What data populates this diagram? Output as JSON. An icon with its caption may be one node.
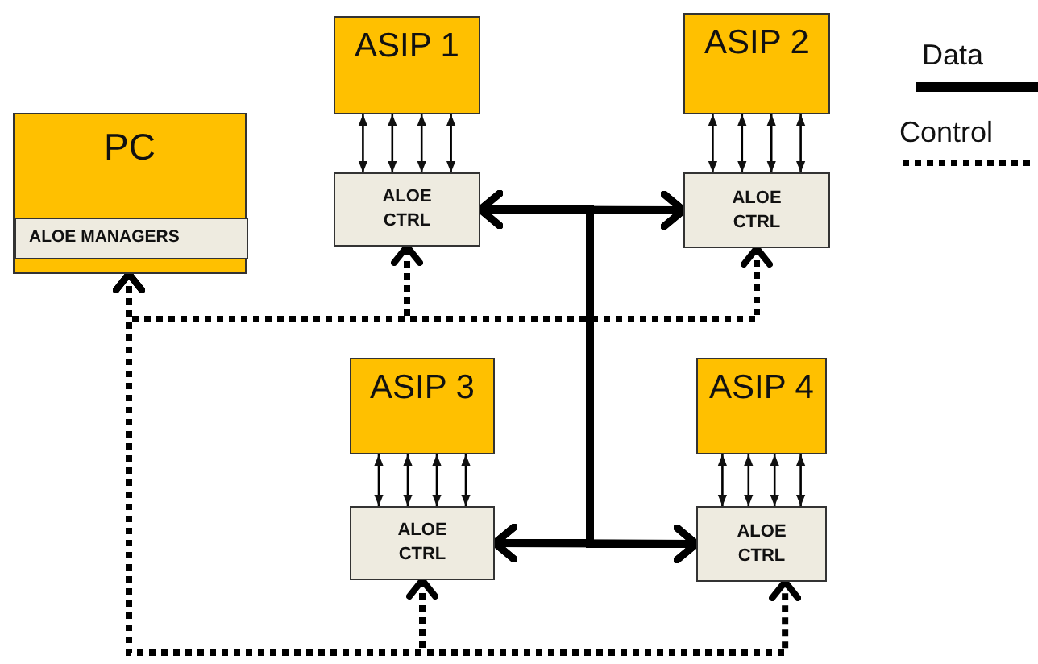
{
  "diagram": {
    "nodes": [
      {
        "text": [
          "PC"
        ]
      },
      {
        "text": [
          "ALOE MANAGERS"
        ],
        "in": 0
      },
      {
        "text": [
          "ASIP 1"
        ]
      },
      {
        "text": [
          "ALOE CTRL"
        ]
      },
      {
        "text": [
          "ASIP 2"
        ]
      },
      {
        "text": [
          "ALOE CTRL"
        ]
      },
      {
        "text": [
          "ASIP 3"
        ]
      },
      {
        "text": [
          "ALOE CTRL"
        ]
      },
      {
        "text": [
          "ASIP 4"
        ]
      },
      {
        "text": [
          "ALOE CTRL"
        ]
      }
    ],
    "edges": [
      {
        "from": 2,
        "to": 3,
        "arrow": "both"
      },
      {
        "from": 2,
        "to": 3,
        "arrow": "both"
      },
      {
        "from": 2,
        "to": 3,
        "arrow": "both"
      },
      {
        "from": 2,
        "to": 3,
        "arrow": "both"
      },
      {
        "from": 4,
        "to": 5,
        "arrow": "both"
      },
      {
        "from": 4,
        "to": 5,
        "arrow": "both"
      },
      {
        "from": 4,
        "to": 5,
        "arrow": "both"
      },
      {
        "from": 4,
        "to": 5,
        "arrow": "both"
      },
      {
        "from": 6,
        "to": 7,
        "arrow": "both"
      },
      {
        "from": 6,
        "to": 7,
        "arrow": "both"
      },
      {
        "from": 6,
        "to": 7,
        "arrow": "both"
      },
      {
        "from": 6,
        "to": 7,
        "arrow": "both"
      },
      {
        "from": 8,
        "to": 9,
        "arrow": "both"
      },
      {
        "from": 8,
        "to": 9,
        "arrow": "both"
      },
      {
        "from": 8,
        "to": 9,
        "arrow": "both"
      },
      {
        "from": 8,
        "to": 9,
        "arrow": "both"
      },
      {
        "from": 3,
        "to": 5,
        "arrow": "both",
        "style": "thick"
      },
      {
        "from": 7,
        "to": 9,
        "arrow": "both",
        "style": "thick"
      },
      {
        "from": 3,
        "to": 7,
        "arrow": "both",
        "style": "thick"
      },
      {
        "from": 5,
        "to": 9,
        "arrow": "both",
        "style": "thick"
      },
      {
        "from": 0,
        "to": 3,
        "arrow": "both",
        "style": "dashed"
      },
      {
        "from": 0,
        "to": 5,
        "arrow": "both",
        "style": "dashed"
      },
      {
        "from": 0,
        "to": 7,
        "arrow": "both",
        "style": "dashed"
      },
      {
        "from": 0,
        "to": 9,
        "arrow": "both",
        "style": "dashed"
      }
    ],
    "legend": [
      {
        "text": "Data"
      },
      {
        "text": "Control"
      }
    ]
  }
}
